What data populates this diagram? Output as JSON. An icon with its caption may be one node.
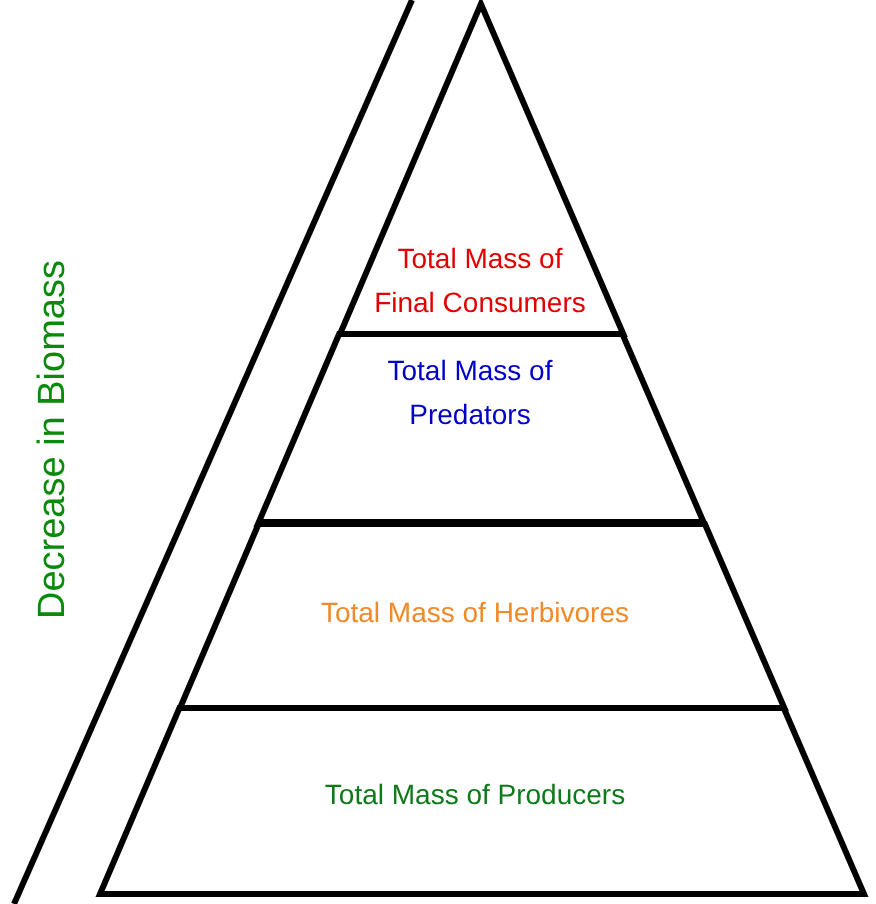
{
  "diagram": {
    "nodes": [
      {
        "text": [
          "Total Mass of Final Consumers"
        ]
      },
      {
        "text": [
          "Total Mass of Predators"
        ]
      },
      {
        "text": [
          "Total Mass of Herbivores"
        ]
      },
      {
        "text": [
          "Total Mass of Producers"
        ]
      }
    ],
    "labels": [
      "Decrease in Biomass"
    ]
  }
}
